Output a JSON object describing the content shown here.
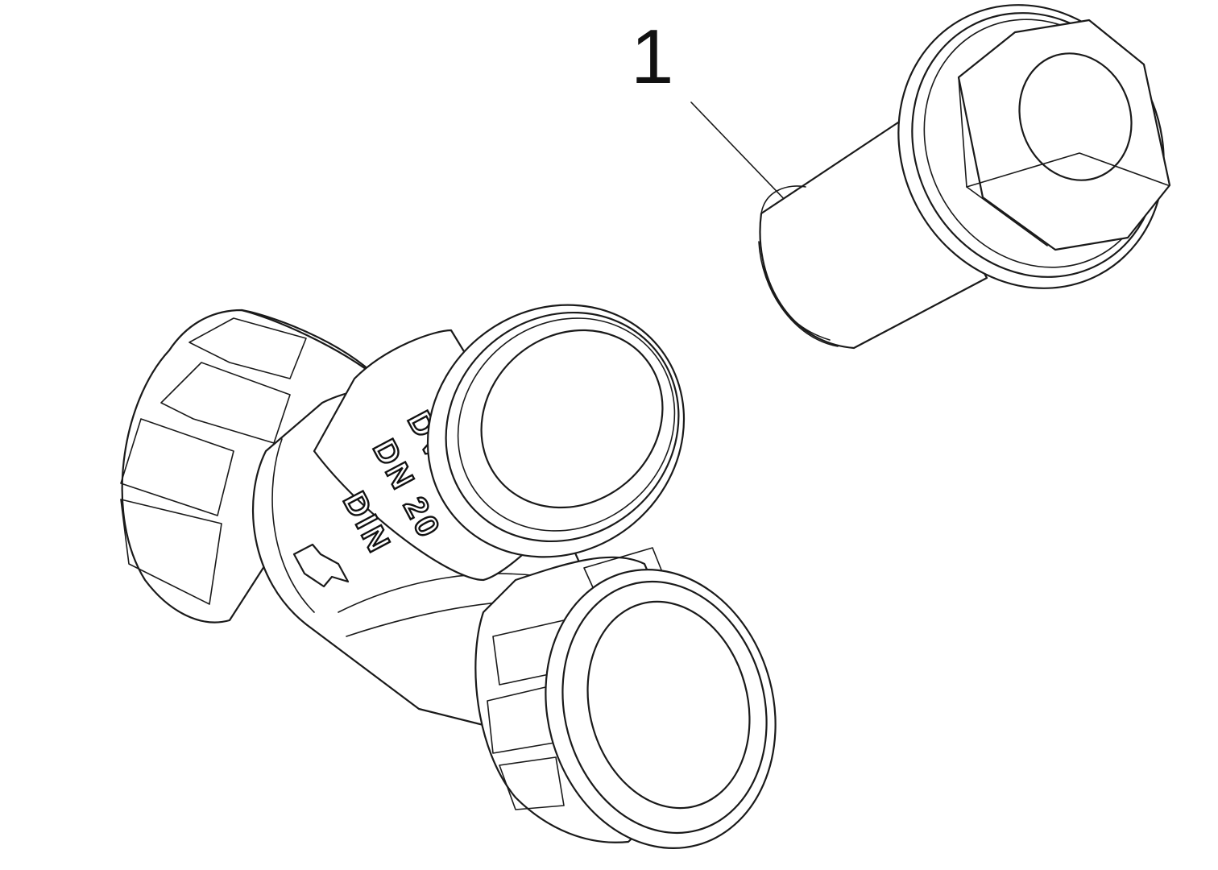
{
  "diagram": {
    "callouts": [
      {
        "number": "1",
        "part": "strainer-plug"
      }
    ],
    "body_markings": [
      "DVGW",
      "DN 20",
      "DIN"
    ],
    "flow_arrow": "arrow"
  }
}
